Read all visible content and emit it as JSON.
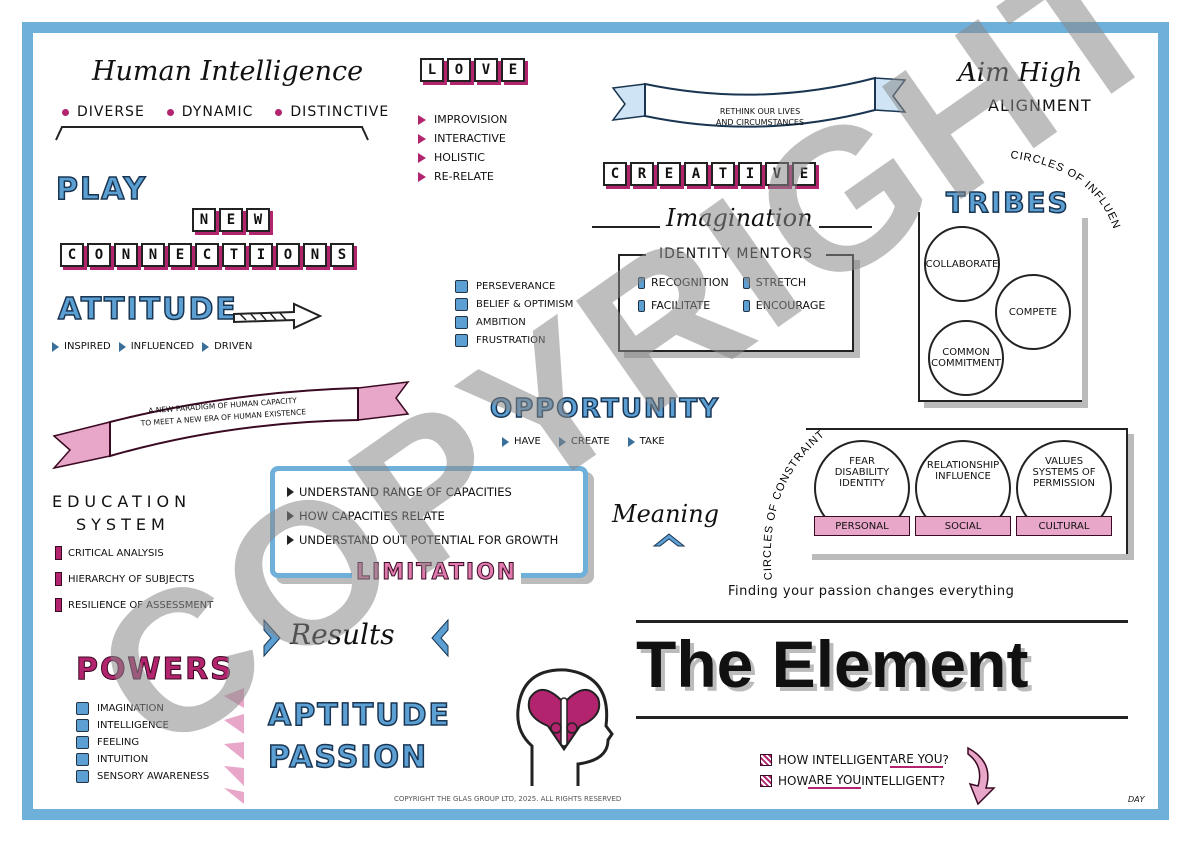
{
  "human_intelligence": {
    "title": "Human Intelligence",
    "items": [
      "DIVERSE",
      "DYNAMIC",
      "DISTINCTIVE"
    ]
  },
  "love": {
    "letters": [
      "L",
      "O",
      "V",
      "E"
    ],
    "items": [
      "IMPROVISION",
      "INTERACTIVE",
      "HOLISTIC",
      "RE-RELATE"
    ]
  },
  "banner_top": {
    "line1": "RETHINK OUR LIVES",
    "line2": "AND CIRCUMSTANCES"
  },
  "aim_high": {
    "title": "Aim High",
    "subtitle": "ALIGNMENT"
  },
  "play": "PLAY",
  "new_tiles": [
    "N",
    "E",
    "W"
  ],
  "connections_tiles": [
    "C",
    "O",
    "N",
    "N",
    "E",
    "C",
    "T",
    "I",
    "O",
    "N",
    "S"
  ],
  "creative_tiles": [
    "C",
    "R",
    "E",
    "A",
    "T",
    "I",
    "V",
    "E"
  ],
  "imagination": "Imagination",
  "identity_mentors": {
    "title": "IDENTITY MENTORS",
    "col1": [
      "RECOGNITION",
      "FACILITATE"
    ],
    "col2": [
      "STRETCH",
      "ENCOURAGE"
    ]
  },
  "tribes": {
    "title": "TRIBES",
    "arc_label": "CIRCLES OF INFLUENCE",
    "circles": [
      "COLLABORATE",
      "COMPETE",
      "COMMON COMMITMENT"
    ]
  },
  "attitude": {
    "title": "ATTITUDE",
    "items": [
      "INSPIRED",
      "INFLUENCED",
      "DRIVEN"
    ]
  },
  "perseverance_list": [
    "PERSEVERANCE",
    "BELIEF & OPTIMISM",
    "AMBITION",
    "FRUSTRATION"
  ],
  "banner_mid": {
    "line1": "A NEW PARADIGM OF HUMAN CAPACITY",
    "line2": "TO MEET A NEW ERA OF HUMAN EXISTENCE"
  },
  "opportunity": {
    "title": "OPPORTUNITY",
    "items": [
      "HAVE",
      "CREATE",
      "TAKE"
    ]
  },
  "constraint": {
    "arc_label": "CIRCLES OF CONSTRAINT",
    "circles": [
      {
        "text": "FEAR DISABILITY IDENTITY",
        "label": "PERSONAL"
      },
      {
        "text": "RELATIONSHIP INFLUENCE",
        "label": "SOCIAL"
      },
      {
        "text": "VALUES SYSTEMS OF PERMISSION",
        "label": "CULTURAL"
      }
    ]
  },
  "education": {
    "line1": "EDUCATION",
    "line2": "SYSTEM",
    "items": [
      "CRITICAL ANALYSIS",
      "HIERARCHY OF SUBJECTS",
      "RESILIENCE OF ASSESSMENT"
    ]
  },
  "limitation": {
    "items": [
      "UNDERSTAND RANGE OF CAPACITIES",
      "HOW CAPACITIES RELATE",
      "UNDERSTAND OUT POTENTIAL FOR GROWTH"
    ],
    "title": "LIMITATION"
  },
  "meaning": "Meaning",
  "passion_line": "Finding your passion changes everything",
  "results": "Results",
  "element_title": "The Element",
  "powers": {
    "title": "POWERS",
    "items": [
      "IMAGINATION",
      "INTELLIGENCE",
      "FEELING",
      "INTUITION",
      "SENSORY AWARENESS"
    ]
  },
  "aptitude": "APTITUDE",
  "passion": "PASSION",
  "questions": {
    "q1_pre": "HOW INTELLIGENT ",
    "q1_em": "ARE YOU",
    "q1_post": "?",
    "q2_pre": "HOW ",
    "q2_em": "ARE YOU",
    "q2_post": " INTELLIGENT?"
  },
  "copyright_footer": "COPYRIGHT THE GLAS GROUP LTD, 2025. ALL RIGHTS RESERVED",
  "signature": "DAY",
  "watermark": "COPYRIGHT",
  "colors": {
    "blue": "#5b9fd3",
    "pink": "#b3246f",
    "frame": "#6fb0db",
    "light_pink": "#e8a6c8"
  }
}
